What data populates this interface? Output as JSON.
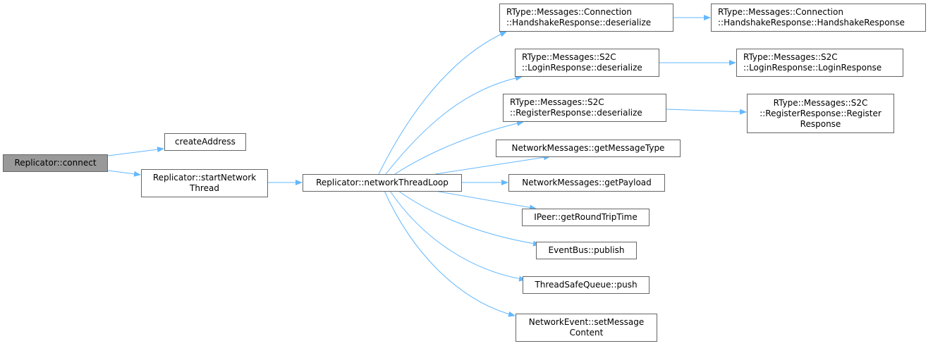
{
  "colors": {
    "edge": "#63b8ff",
    "root_fill": "#999999",
    "border": "#666666"
  },
  "nodes": {
    "connect": "Replicator::connect",
    "create_address": "createAddress",
    "start_network_thread": "Replicator::startNetwork\nThread",
    "network_thread_loop": "Replicator::networkThreadLoop",
    "handshake_deserialize": "RType::Messages::Connection\n::HandshakeResponse::deserialize",
    "handshake_ctor": "RType::Messages::Connection\n::HandshakeResponse::HandshakeResponse",
    "login_deserialize": "RType::Messages::S2C\n::LoginResponse::deserialize",
    "login_ctor": "RType::Messages::S2C\n::LoginResponse::LoginResponse",
    "register_deserialize": "RType::Messages::S2C\n::RegisterResponse::deserialize",
    "register_ctor": "RType::Messages::S2C\n::RegisterResponse::Register\nResponse",
    "get_message_type": "NetworkMessages::getMessageType",
    "get_payload": "NetworkMessages::getPayload",
    "get_round_trip_time": "IPeer::getRoundTripTime",
    "publish": "EventBus::publish",
    "push": "ThreadSafeQueue::push",
    "set_message_content": "NetworkEvent::setMessage\nContent"
  }
}
